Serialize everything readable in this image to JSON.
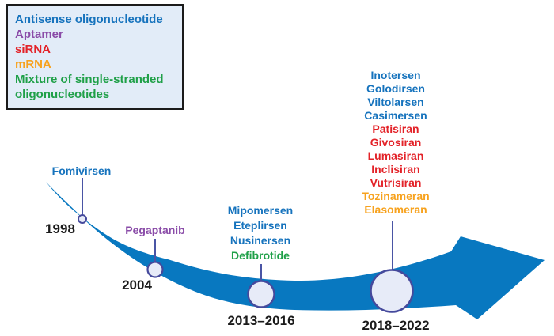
{
  "palette": {
    "antisense_blue": "#1673BD",
    "aptamer_purple": "#8A4CA8",
    "sirna_red": "#E32228",
    "mrna_orange": "#F7A21E",
    "mixture_green": "#1FA048",
    "year_black": "#1B1B1B",
    "arrow_blue": "#0878C0",
    "node_fill": "#E7EBF8",
    "node_stroke": "#45499C",
    "connector": "#4A55A5",
    "legend_background": "#E2ECF8",
    "legend_border": "#1B1B1B"
  },
  "legend": {
    "items": [
      {
        "label": "Antisense oligonucleotide",
        "color": "#1673BD"
      },
      {
        "label": "Aptamer",
        "color": "#8A4CA8"
      },
      {
        "label": "siRNA",
        "color": "#E32228"
      },
      {
        "label": "mRNA",
        "color": "#F7A21E"
      },
      {
        "label": "Mixture of single-stranded oligonucleotides",
        "color": "#1FA048"
      }
    ]
  },
  "timeline": {
    "arrow_color": "#0878C0",
    "node_fill": "#E7EBF8",
    "node_stroke": "#45499C",
    "connector_color": "#4A55A5",
    "year_color": "#1B1B1B",
    "eras": [
      {
        "year": "1998",
        "drugs": [
          {
            "label": "Fomivirsen",
            "color": "#1673BD"
          }
        ]
      },
      {
        "year": "2004",
        "drugs": [
          {
            "label": "Pegaptanib",
            "color": "#8A4CA8"
          }
        ]
      },
      {
        "year": "2013–2016",
        "drugs": [
          {
            "label": "Mipomersen",
            "color": "#1673BD"
          },
          {
            "label": "Eteplirsen",
            "color": "#1673BD"
          },
          {
            "label": "Nusinersen",
            "color": "#1673BD"
          },
          {
            "label": "Defibrotide",
            "color": "#1FA048"
          }
        ]
      },
      {
        "year": "2018–2022",
        "drugs": [
          {
            "label": "Inotersen",
            "color": "#1673BD"
          },
          {
            "label": "Golodirsen",
            "color": "#1673BD"
          },
          {
            "label": "Viltolarsen",
            "color": "#1673BD"
          },
          {
            "label": "Casimersen",
            "color": "#1673BD"
          },
          {
            "label": "Patisiran",
            "color": "#E32228"
          },
          {
            "label": "Givosiran",
            "color": "#E32228"
          },
          {
            "label": "Lumasiran",
            "color": "#E32228"
          },
          {
            "label": "Inclisiran",
            "color": "#E32228"
          },
          {
            "label": "Vutrisiran",
            "color": "#E32228"
          },
          {
            "label": "Tozinameran",
            "color": "#F7A21E"
          },
          {
            "label": "Elasomeran",
            "color": "#F7A21E"
          }
        ]
      }
    ]
  }
}
